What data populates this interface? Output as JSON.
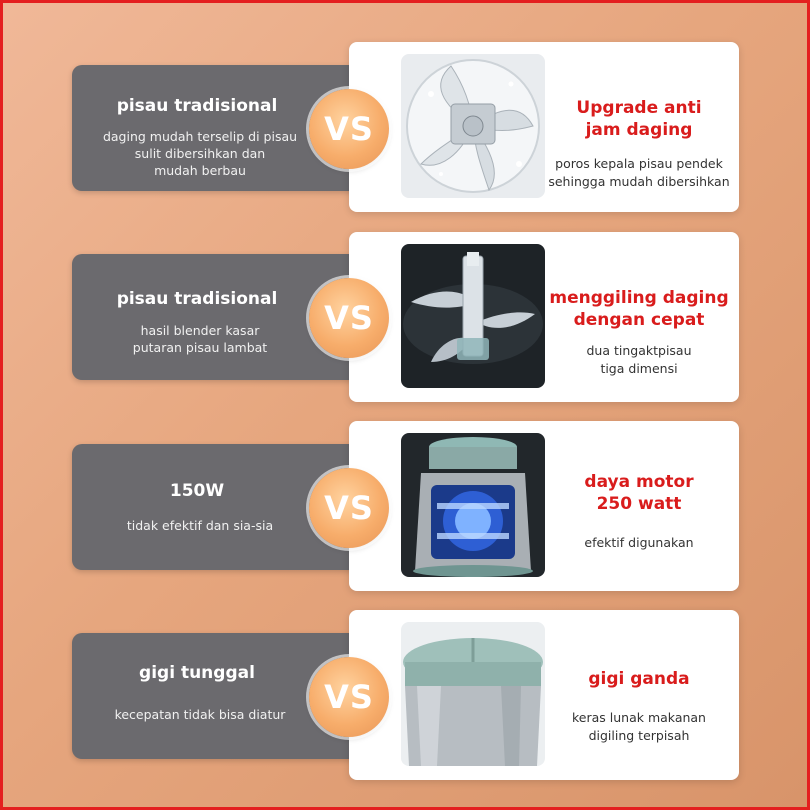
{
  "rows": [
    {
      "left_title": "pisau tradisional",
      "left_desc": [
        "daging mudah terselip di pisau",
        "sulit dibersihkan dan",
        "mudah berbau"
      ],
      "vs_label": "VS",
      "right_title": [
        "Upgrade anti",
        "jam daging"
      ],
      "right_desc": [
        "poros kepala pisau pendek",
        "sehingga mudah dibersihkan"
      ],
      "photo_icon": "blade-clean-icon"
    },
    {
      "left_title": "pisau tradisional",
      "left_desc": [
        "hasil blender kasar",
        "putaran pisau lambat"
      ],
      "vs_label": "VS",
      "right_title": [
        "menggiling daging",
        "dengan cepat"
      ],
      "right_desc": [
        "dua tingaktpisau",
        "tiga dimensi"
      ],
      "photo_icon": "blade-spin-icon"
    },
    {
      "left_title": "150W",
      "left_desc": [
        "tidak efektif dan sia-sia"
      ],
      "vs_label": "VS",
      "right_title": [
        "daya motor",
        "250 watt"
      ],
      "right_desc": [
        "efektif digunakan"
      ],
      "photo_icon": "motor-icon"
    },
    {
      "left_title": "gigi tunggal",
      "left_desc": [
        "kecepatan tidak bisa diatur"
      ],
      "vs_label": "VS",
      "right_title": [
        "gigi ganda"
      ],
      "right_desc": [
        "keras lunak makanan",
        "digiling terpisah"
      ],
      "photo_icon": "dual-gear-icon"
    }
  ],
  "colors": {
    "border": "#e41f1f",
    "background": "#e6a67e",
    "left_card": "#6b6a6e",
    "accent_red": "#d91c1c",
    "vs_orange": "#f7ad6b"
  }
}
